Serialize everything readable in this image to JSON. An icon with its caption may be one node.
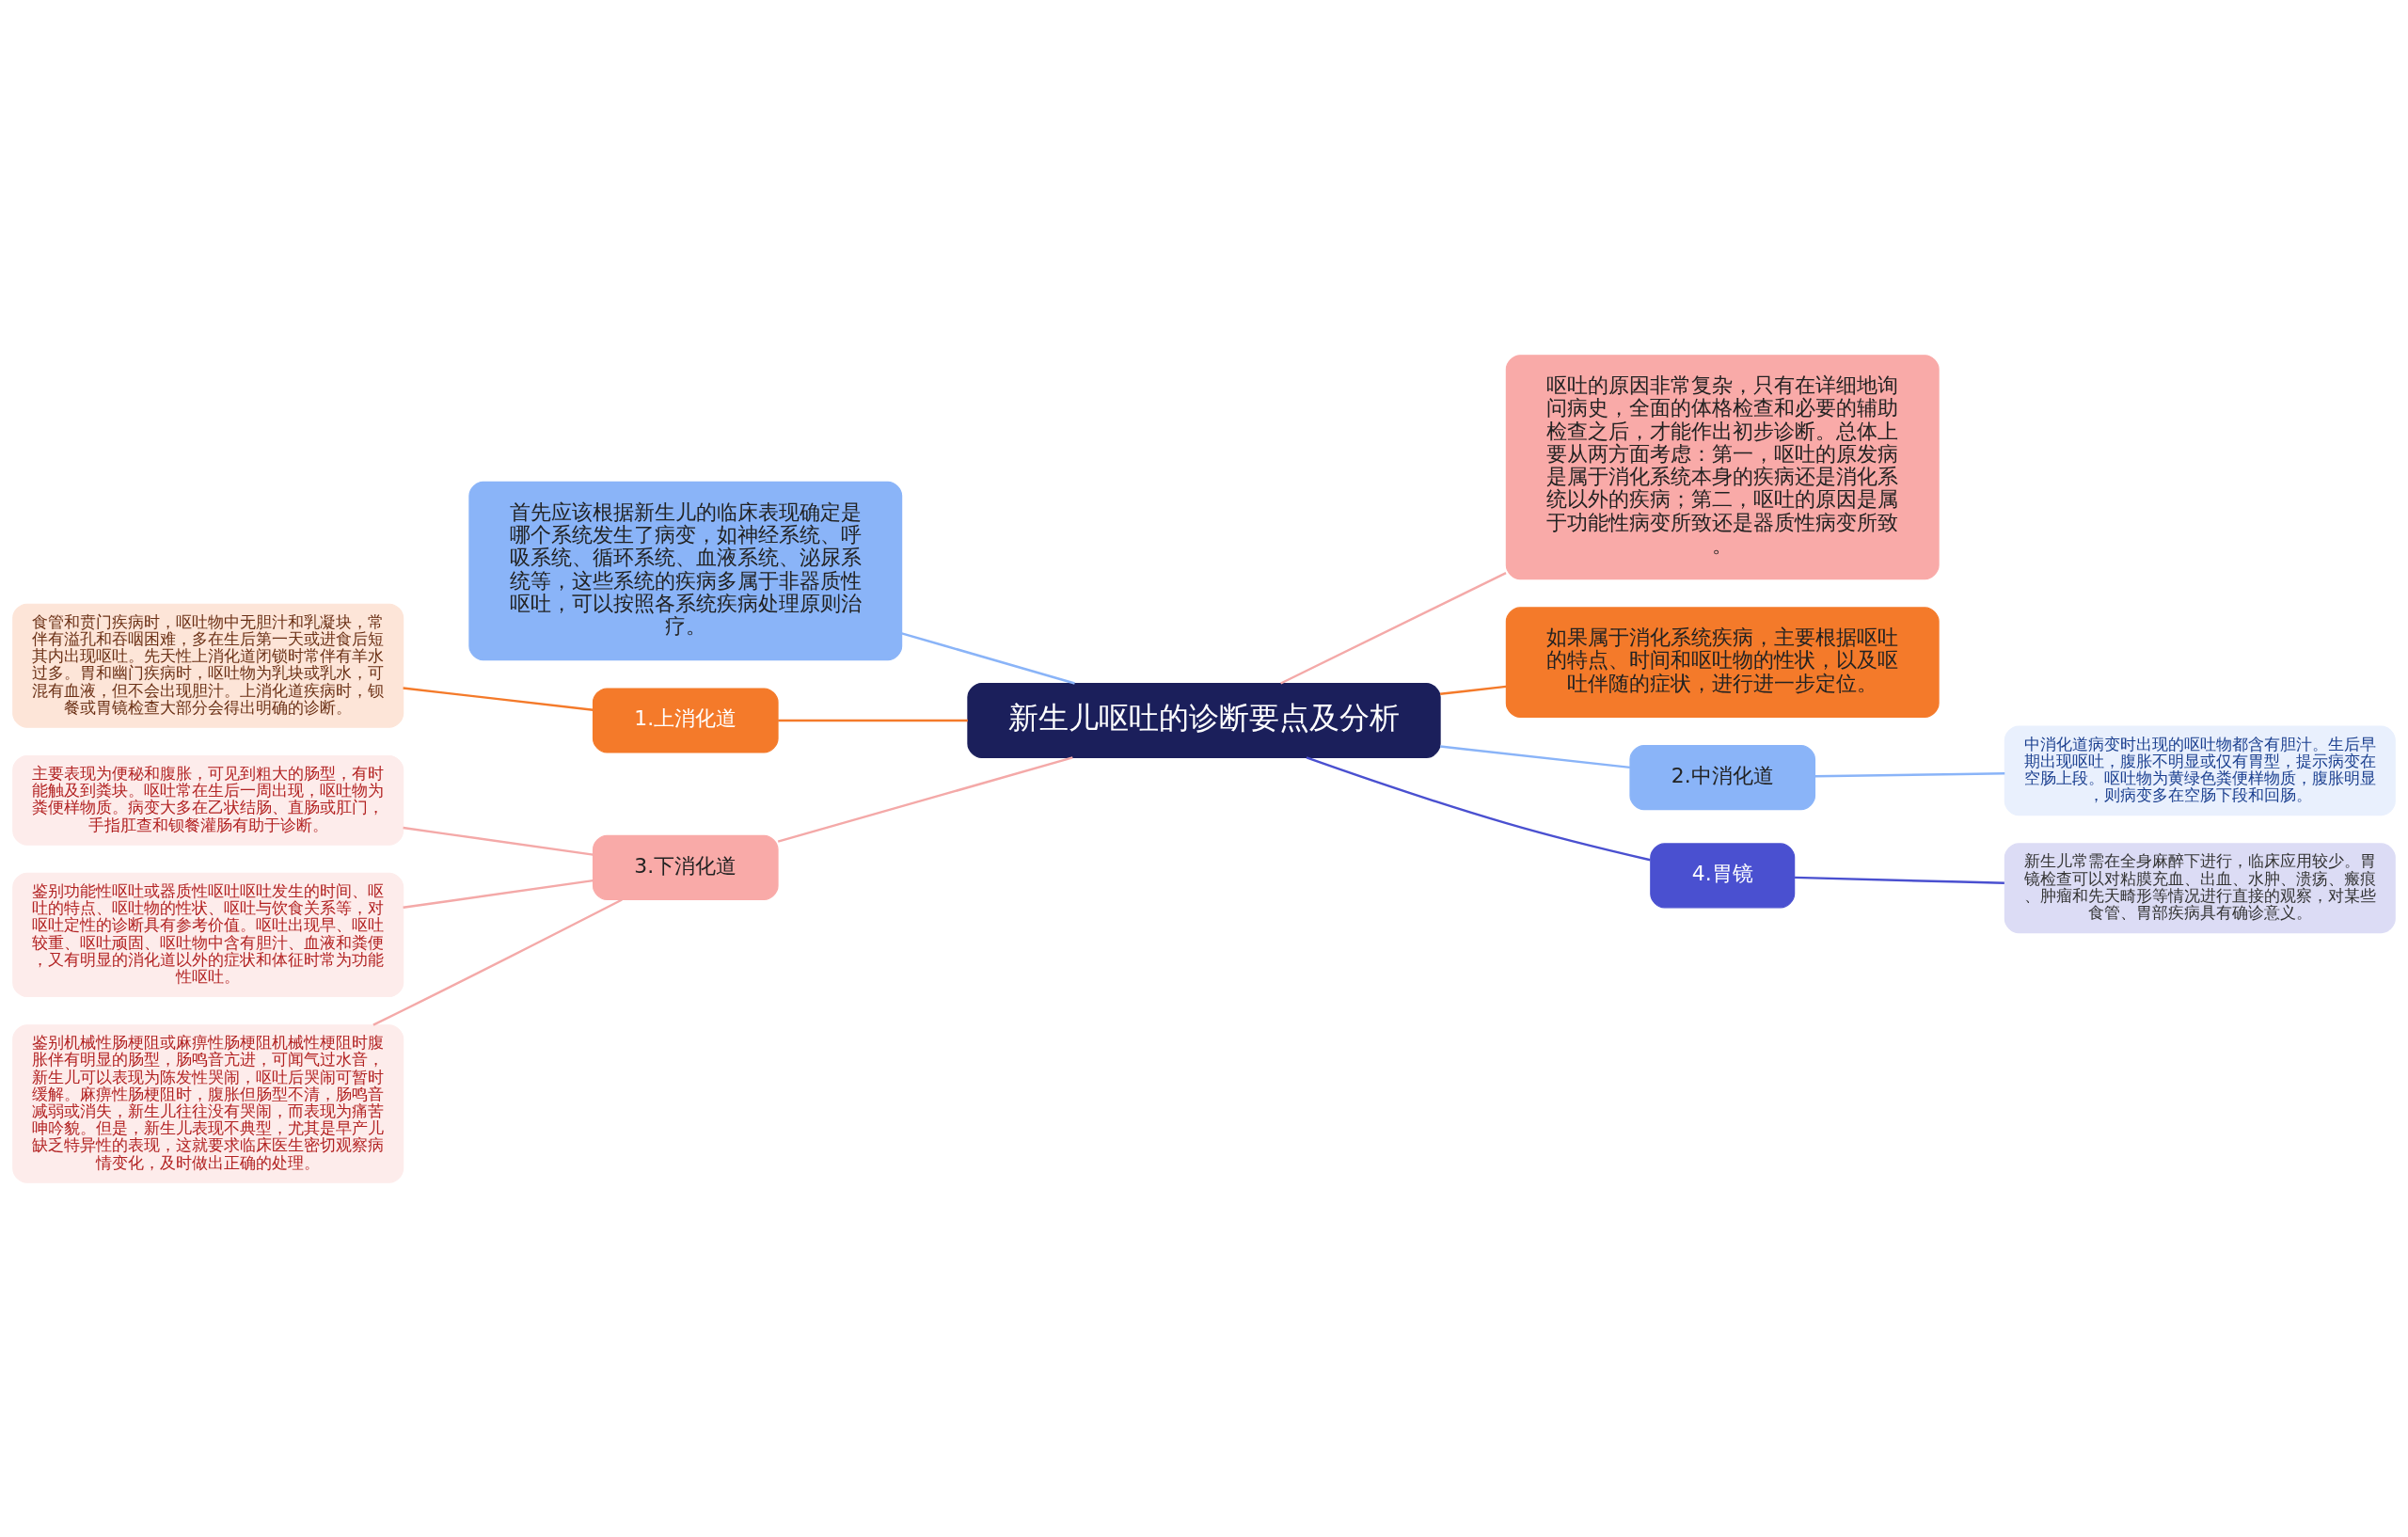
{
  "diagram": {
    "nodes": [
      {
        "text": [
          "新生儿呕吐的诊断要点及分析"
        ]
      },
      {
        "text": [
          "首先应该根据新生儿的临床表现确定是哪个系统发生了病变，如神经系统、呼吸系统、循环系统、血液系统、泌尿系统等，这些系统的疾病多属于非器质性呕吐，可以按照各系统疾病处理原则治疗。"
        ]
      },
      {
        "text": [
          "呕吐的原因非常复杂，只有在详细地询问病史，全面的体格检查和必要的辅助检查之后，才能作出初步诊断。总体上要从两方面考虑：第一，呕吐的原发病是属于消化系统本身的疾病还是消化系统以外的疾病；第二，呕吐的原因是属于功能性病变所致还是器质性病变所致。"
        ]
      },
      {
        "text": [
          "如果属于消化系统疾病，主要根据呕吐的特点、时间和呕吐物的性状，以及呕吐伴随的症状，进行进一步定位。"
        ]
      },
      {
        "text": [
          "1.上消化道"
        ]
      },
      {
        "text": [
          "食管和贲门疾病时，呕吐物中无胆汁和乳凝块，常伴有溢孔和吞咽困难，多在生后第一天或进食后短其内出现呕吐。先天性上消化道闭锁时常伴有羊水过多。胃和幽门疾病时，呕吐物为乳块或乳水，可混有血液，但不会出现胆汁。上消化道疾病时，钡餐或胃镜检查大部分会得出明确的诊断。"
        ]
      },
      {
        "text": [
          "2.中消化道"
        ]
      },
      {
        "text": [
          "中消化道病变时出现的呕吐物都含有胆汁。生后早期出现呕吐，腹胀不明显或仅有胃型，提示病变在空肠上段。呕吐物为黄绿色粪便样物质，腹胀明显，则病变多在空肠下段和回肠。"
        ]
      },
      {
        "text": [
          "3.下消化道"
        ]
      },
      {
        "text": [
          "主要表现为便秘和腹胀，可见到粗大的肠型，有时能触及到粪块。呕吐常在生后一周出现，呕吐物为粪便样物质。病变大多在乙状结肠、直肠或肛门，手指肛查和钡餐灌肠有助于诊断。"
        ]
      },
      {
        "text": [
          "鉴别功能性呕吐或器质性呕吐呕吐发生的时间、呕吐的特点、呕吐物的性状、呕吐与饮食关系等，对呕吐定性的诊断具有参考价值。呕吐出现早、呕吐较重、呕吐顽固、呕吐物中含有胆汁、血液和粪便，又有明显的消化道以外的症状和体征时常为功能性呕吐。"
        ]
      },
      {
        "text": [
          "鉴别机械性肠梗阻或麻痹性肠梗阻机械性梗阻时腹胀伴有明显的肠型，肠鸣音亢进，可闻气过水音，新生儿可以表现为陈发性哭闹，呕吐后哭闹可暂时缓解。麻痹性肠梗阻时，腹胀但肠型不清，肠鸣音减弱或消失，新生儿往往没有哭闹，而表现为痛苦呻吟貌。但是，新生儿表现不典型，尤其是早产儿缺乏特异性的表现，这就要求临床医生密切观察病情变化，及时做出正确的处理。"
        ]
      },
      {
        "text": [
          "4.胃镜"
        ]
      },
      {
        "text": [
          "新生儿常需在全身麻醉下进行，临床应用较少。胃镜检查可以对粘膜充血、出血、水肿、溃疡、瘢痕、肿瘤和先天畸形等情况进行直接的观察，对某些食管、胃部疾病具有确诊意义。"
        ]
      }
    ],
    "edges": [
      {
        "from": 0,
        "to": 1,
        "arrow": "none",
        "color": "#8ab4f8"
      },
      {
        "from": 0,
        "to": 2,
        "arrow": "none",
        "color": "#f4a9a8"
      },
      {
        "from": 0,
        "to": 3,
        "arrow": "none",
        "color": "#f47a2a"
      },
      {
        "from": 0,
        "to": 4,
        "arrow": "none",
        "color": "#f47a2a"
      },
      {
        "from": 4,
        "to": 5,
        "arrow": "none",
        "color": "#f47a2a"
      },
      {
        "from": 0,
        "to": 6,
        "arrow": "none",
        "color": "#8ab4f8"
      },
      {
        "from": 6,
        "to": 7,
        "arrow": "none",
        "color": "#8ab4f8"
      },
      {
        "from": 0,
        "to": 8,
        "arrow": "none",
        "color": "#f4a9a8"
      },
      {
        "from": 8,
        "to": 9,
        "arrow": "none",
        "color": "#f4a9a8"
      },
      {
        "from": 8,
        "to": 10,
        "arrow": "none",
        "color": "#f4a9a8"
      },
      {
        "from": 8,
        "to": 11,
        "arrow": "none",
        "color": "#f4a9a8"
      },
      {
        "from": 0,
        "to": 12,
        "arrow": "none",
        "color": "#4a50d0"
      },
      {
        "from": 12,
        "to": 13,
        "arrow": "none",
        "color": "#4a50d0"
      }
    ]
  }
}
